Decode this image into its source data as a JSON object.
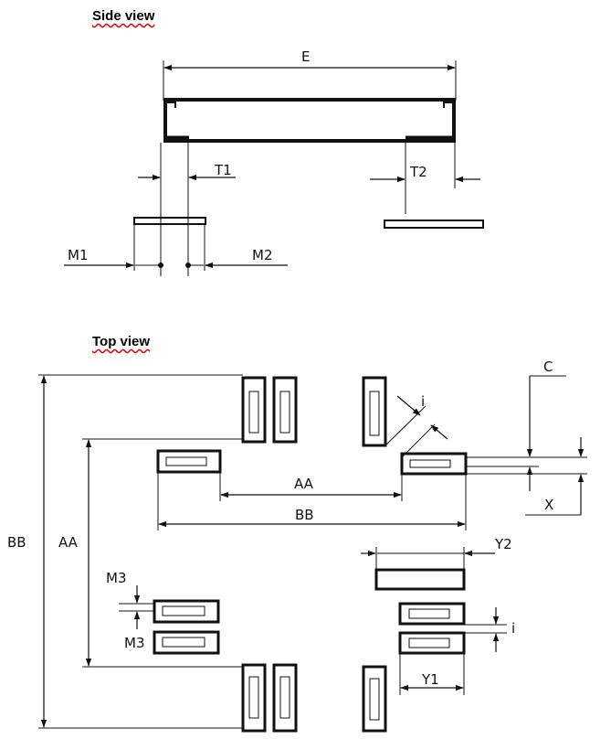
{
  "side_view": {
    "title": "Side view",
    "labels": {
      "E": "E",
      "T1": "T1",
      "T2": "T2",
      "M1": "M1",
      "M2": "M2"
    }
  },
  "top_view": {
    "title": "Top view",
    "labels": {
      "C": "C",
      "i_top": "i",
      "AA_inner": "AA",
      "BB_inner": "BB",
      "X": "X",
      "Y2": "Y2",
      "BB_outer": "BB",
      "AA_outer": "AA",
      "M3_top": "M3",
      "M3_bottom": "M3",
      "i_right": "i",
      "Y1": "Y1"
    }
  },
  "colors": {
    "ink": "#111111",
    "title_underline": "#dd0000"
  }
}
